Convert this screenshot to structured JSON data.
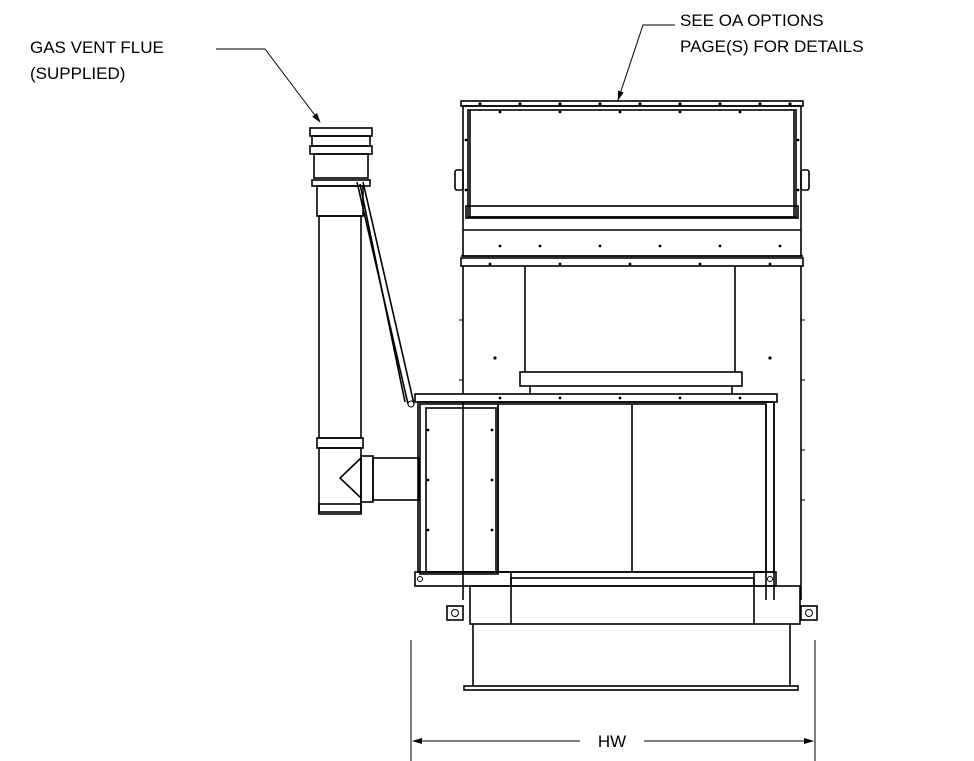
{
  "callouts": {
    "gas_vent_line1": "GAS VENT FLUE",
    "gas_vent_line2": "(SUPPLIED)",
    "oa_line1": "SEE OA OPTIONS",
    "oa_line2": "PAGE(S) FOR DETAILS"
  },
  "dimensions": {
    "width_label": "HW"
  },
  "colors": {
    "line": "#000000",
    "background": "#ffffff"
  }
}
